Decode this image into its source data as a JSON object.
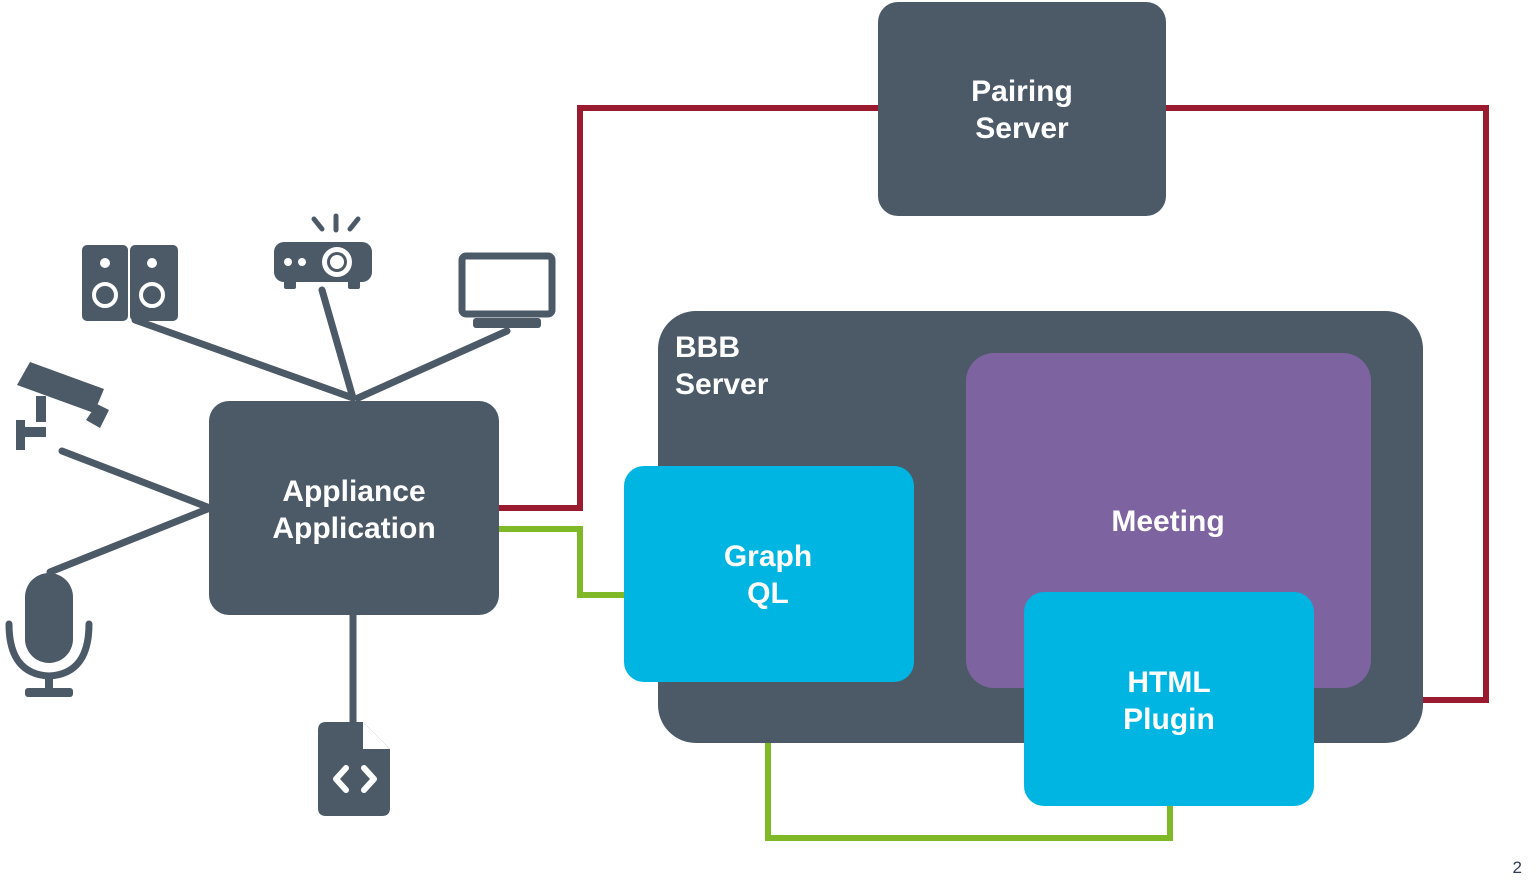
{
  "diagram": {
    "nodes": {
      "pairing_server": {
        "line1": "Pairing",
        "line2": "Server"
      },
      "bbb_server": {
        "line1": "BBB",
        "line2": "Server"
      },
      "appliance_application": {
        "line1": "Appliance",
        "line2": "Application"
      },
      "graph_ql": {
        "line1": "Graph",
        "line2": "QL"
      },
      "meeting": {
        "label": "Meeting"
      },
      "html_plugin": {
        "line1": "HTML",
        "line2": "Plugin"
      }
    },
    "device_icons": [
      "speaker-icon",
      "projector-icon",
      "monitor-icon",
      "security-camera-icon",
      "microphone-icon",
      "code-file-icon"
    ],
    "colors": {
      "box_dark": "#4b5a66",
      "box_cyan": "#00b5e2",
      "box_purple": "#7e63a1",
      "line_red": "#9a1b30",
      "line_green": "#80b927",
      "icon_gray": "#4b5a66"
    }
  },
  "page_number": "2"
}
